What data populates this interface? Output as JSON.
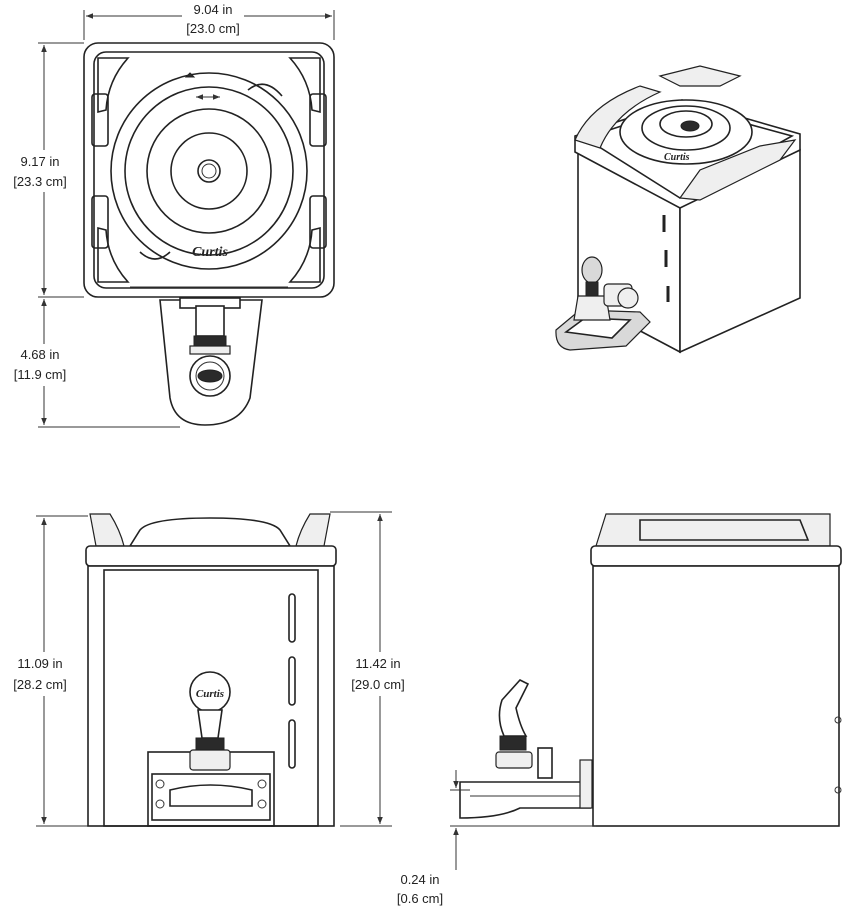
{
  "dimensions": {
    "top_width_in": "9.04 in",
    "top_width_cm": "[23.0 cm]",
    "top_depth_in": "9.17 in",
    "top_depth_cm": "[23.3 cm]",
    "faucet_depth_in": "4.68 in",
    "faucet_depth_cm": "[11.9 cm]",
    "body_height_in": "11.09 in",
    "body_height_cm": "[28.2 cm]",
    "overall_height_in": "11.42 in",
    "overall_height_cm": "[29.0 cm]",
    "drip_clearance_in": "0.24 in",
    "drip_clearance_cm": "[0.6 cm]"
  },
  "brand_mark": "Curtis",
  "colors": {
    "line": "#222222",
    "background": "#ffffff"
  }
}
